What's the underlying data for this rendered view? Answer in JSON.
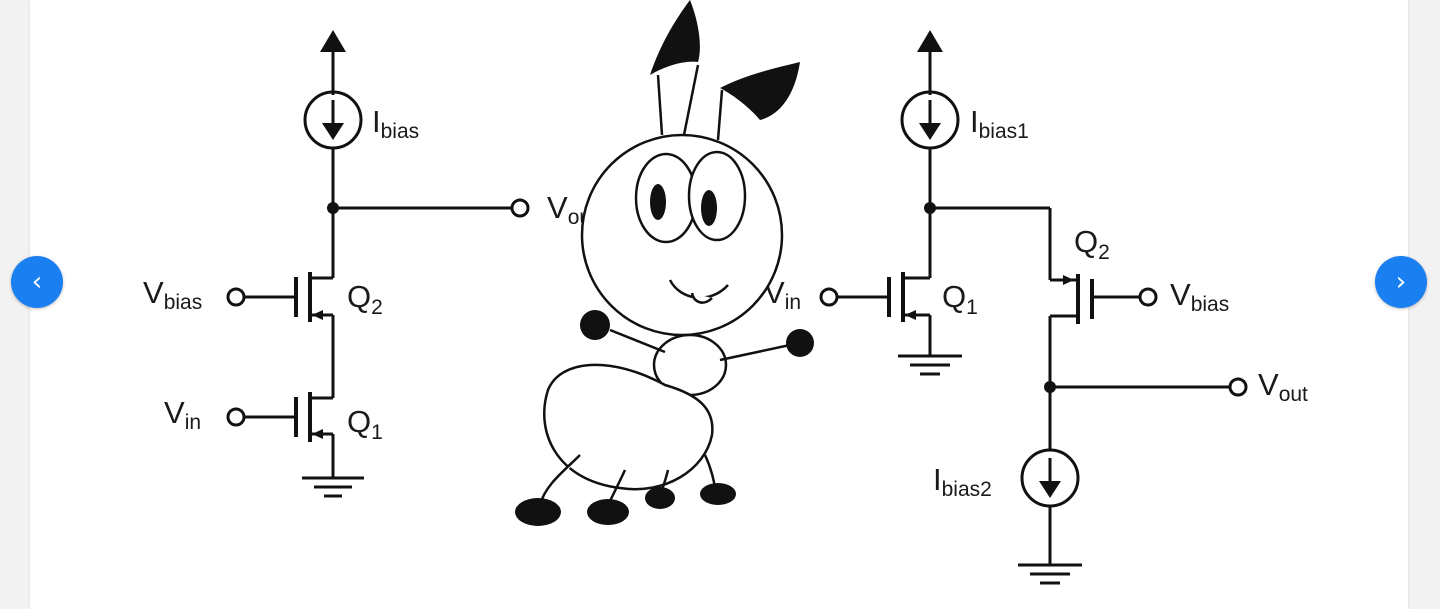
{
  "viewer": {
    "prev_symbol": "‹",
    "next_symbol": "›",
    "accent_color": "#1a7ff0"
  },
  "slide": {
    "left_circuit": {
      "labels": {
        "ibias": "I",
        "ibias_sub": "bias",
        "vout": "V",
        "vout_sub": "out",
        "vbias": "V",
        "vbias_sub": "bias",
        "vin": "V",
        "vin_sub": "in",
        "q2": "Q",
        "q2_sub": "2",
        "q1": "Q",
        "q1_sub": "1"
      }
    },
    "right_circuit": {
      "labels": {
        "ibias1": "I",
        "ibias1_sub": "bias1",
        "vin": "V",
        "vin_sub": "in",
        "q1": "Q",
        "q1_sub": "1",
        "q2": "Q",
        "q2_sub": "2",
        "vbias": "V",
        "vbias_sub": "bias",
        "vout": "V",
        "vout_sub": "out",
        "ibias2": "I",
        "ibias2_sub": "bias2"
      }
    },
    "mascot": "ant-cartoon"
  }
}
